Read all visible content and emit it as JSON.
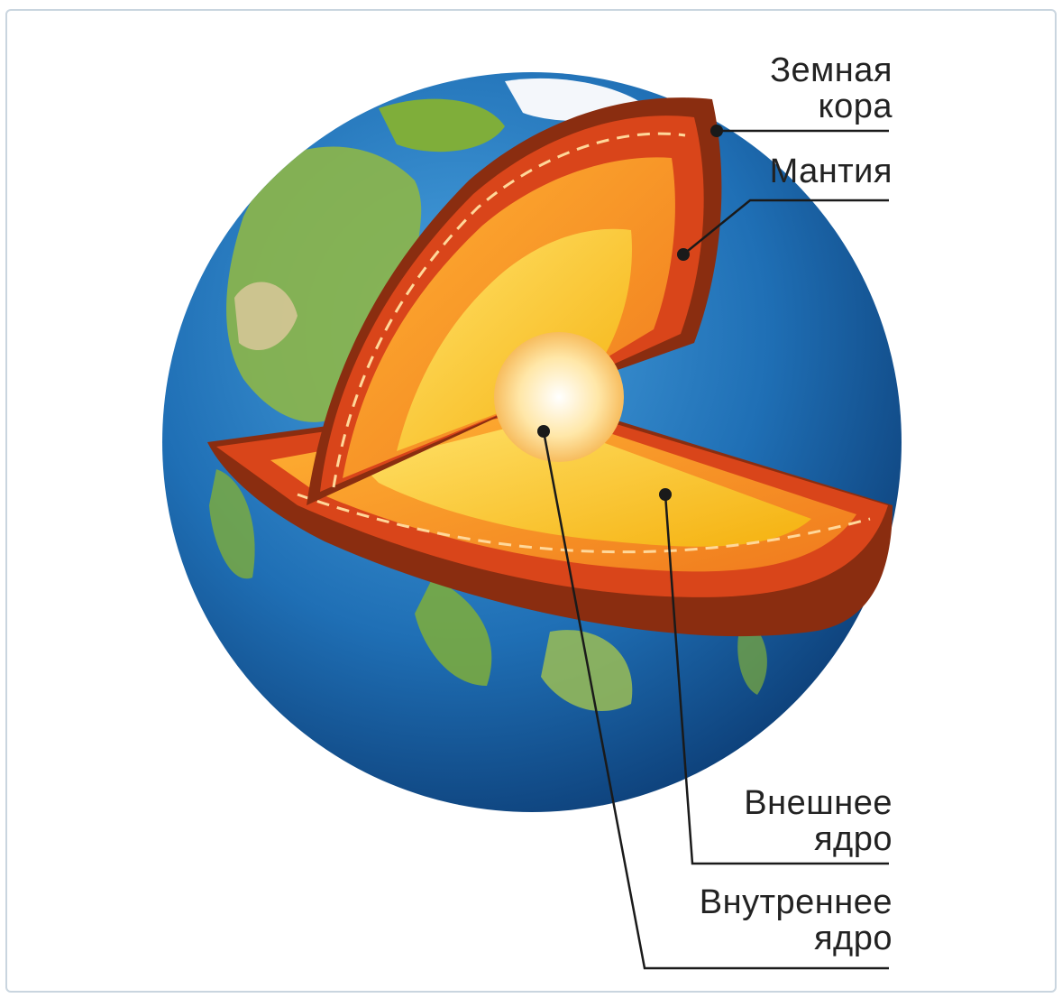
{
  "labels": {
    "crust": {
      "line1": "Земная",
      "line2": "кора"
    },
    "mantle": {
      "line1": "Мантия"
    },
    "outer_core": {
      "line1": "Внешнее",
      "line2": "ядро"
    },
    "inner_core": {
      "line1": "Внутреннее",
      "line2": "ядро"
    }
  },
  "colors": {
    "ocean": "#1f6fb5",
    "land": "#7fae3a",
    "crust": "#c9441a",
    "mantle": "#f07a1d",
    "outer_core": "#f6c21b",
    "inner_core": "#fff3cf",
    "leader_line": "#1a1a1a"
  }
}
